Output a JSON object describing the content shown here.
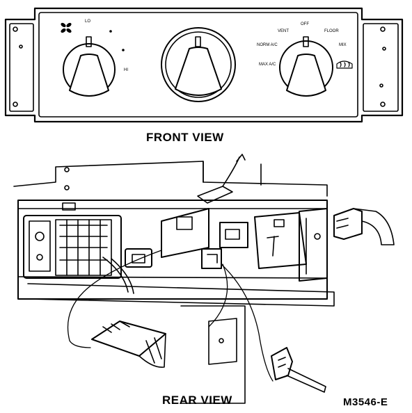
{
  "front_view": {
    "caption": "FRONT VIEW",
    "knob_labels": {
      "fan_lo": "LO",
      "fan_hi": "HI",
      "mode_off": "OFF",
      "mode_vent": "VENT",
      "mode_floor": "FLOOR",
      "mode_mix": "MIX",
      "mode_norm_ac": "NORM A/C",
      "mode_max_ac": "MAX A/C"
    },
    "icons": [
      "fan-icon",
      "defrost-icon"
    ]
  },
  "rear_view": {
    "caption": "REAR VIEW"
  },
  "figure_id": "M3546-E",
  "colors": {
    "ink": "#000000",
    "paper": "#ffffff"
  }
}
